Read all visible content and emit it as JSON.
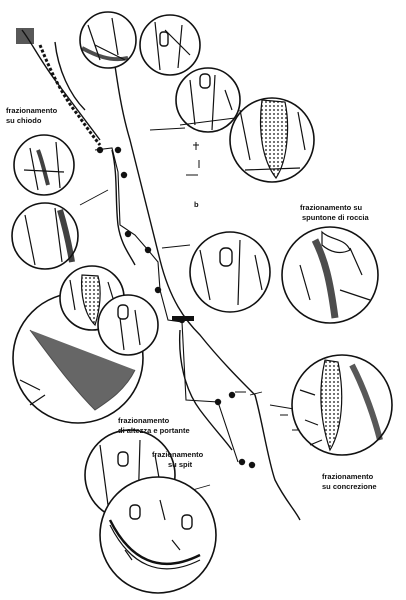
{
  "labels": {
    "chiodo_1": "frazionamento",
    "chiodo_2": "su chiodo",
    "spuntone_1": "frazionamento su",
    "spuntone_2": "spuntone di roccia",
    "altezza_1": "frazionamento",
    "altezza_2": "di altezza e portante",
    "spit_1": "frazionamento",
    "spit_2": "su spit",
    "concrezione_1": "frazionamento",
    "concrezione_2": "su concrezione",
    "marker": "b"
  }
}
